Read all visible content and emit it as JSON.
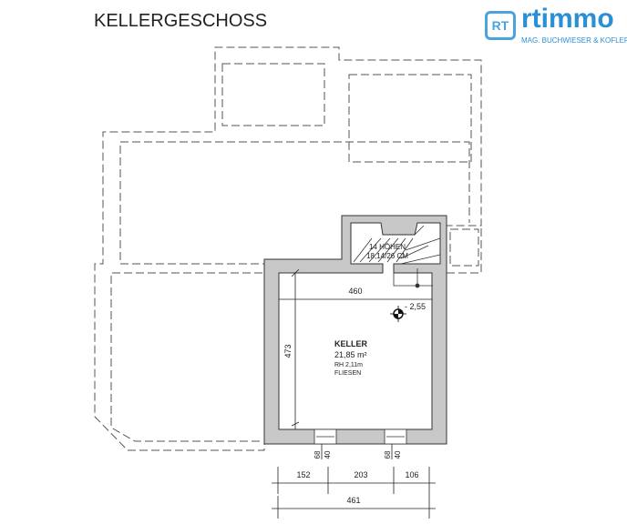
{
  "title": "KELLERGESCHOSS",
  "logo": {
    "mark": "RT",
    "brand": "rtimmo",
    "subtitle": "MAG. BUCHWIESER & KOFLER",
    "color": "#2b8fd6"
  },
  "stairs": {
    "line1": "14 HÖHEN",
    "line2": "18,14/26 CM"
  },
  "level": "- 2,55",
  "room": {
    "name": "KELLER",
    "area": "21,85 m²",
    "height": "RH 2,11m",
    "floor": "FLIESEN"
  },
  "dimensions": {
    "width_inner": "460",
    "height_inner": "473",
    "window1_a": "68",
    "window1_b": "40",
    "window2_a": "68",
    "window2_b": "40",
    "seg1": "152",
    "seg2": "203",
    "seg3": "106",
    "total": "461"
  },
  "colors": {
    "wall": "#c8c8c8",
    "line": "#333333"
  }
}
